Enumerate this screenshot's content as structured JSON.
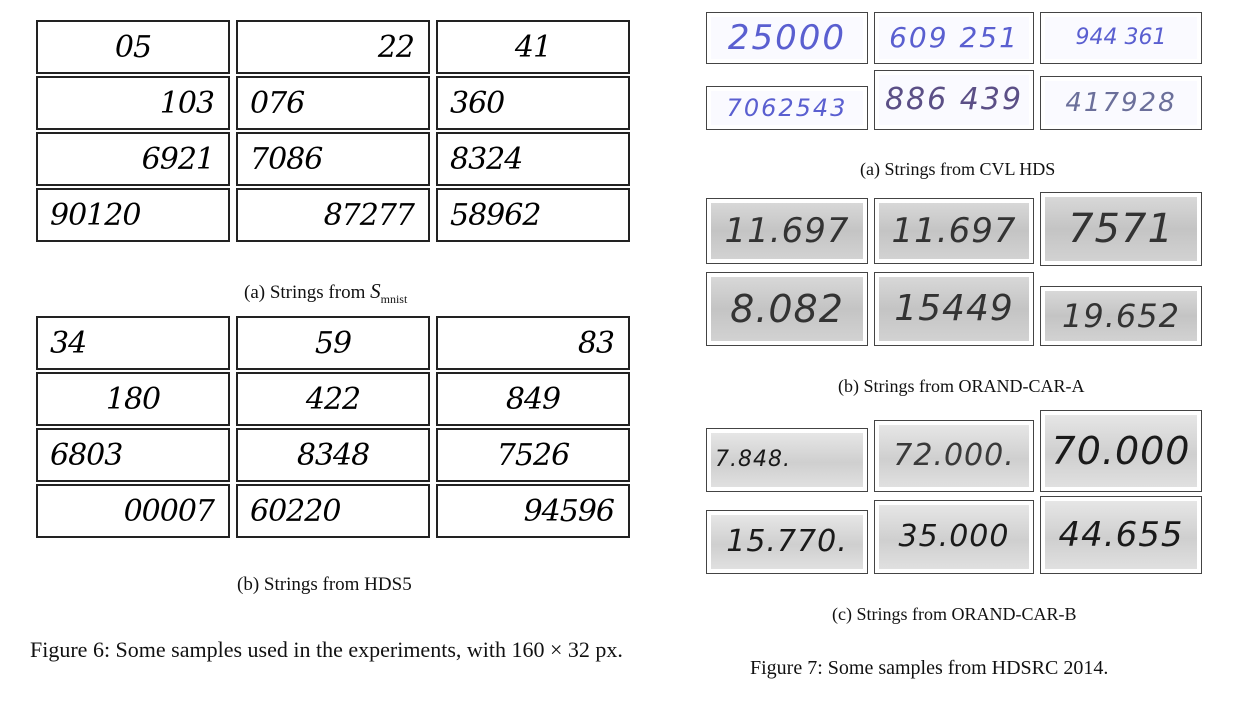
{
  "figure6": {
    "smnist": {
      "rows": [
        [
          "05",
          "22",
          "41"
        ],
        [
          "103",
          "076",
          "360"
        ],
        [
          "6921",
          "7086",
          "8324"
        ],
        [
          "90120",
          "87277",
          "58962"
        ]
      ],
      "caption_prefix": "(a) Strings from ",
      "caption_symbol": "S",
      "caption_subscript": "mnist"
    },
    "hds5": {
      "rows": [
        [
          "34",
          "59",
          "83"
        ],
        [
          "180",
          "422",
          "849"
        ],
        [
          "6803",
          "8348",
          "7526"
        ],
        [
          "00007",
          "60220",
          "94596"
        ]
      ],
      "caption": "(b) Strings from HDS5"
    },
    "caption": "Figure 6: Some samples used in the experiments, with 160 × 32 px."
  },
  "figure7": {
    "cvl": {
      "rows": [
        [
          "25000",
          "609 251",
          "944 361"
        ],
        [
          "7062543",
          "886 439",
          "417928"
        ]
      ],
      "caption": "(a) Strings from CVL HDS"
    },
    "orand_a": {
      "rows": [
        [
          "11.697",
          "11.697",
          "7571"
        ],
        [
          "8.082",
          "15449",
          "19.652"
        ]
      ],
      "caption": "(b) Strings from ORAND-CAR-A"
    },
    "orand_b": {
      "rows": [
        [
          "7.848.",
          "72.000.",
          "70.000"
        ],
        [
          "15.770.",
          "35.000",
          "44.655"
        ]
      ],
      "caption": "(c) Strings from ORAND-CAR-B"
    },
    "caption": "Figure 7: Some samples from HDSRC 2014."
  }
}
